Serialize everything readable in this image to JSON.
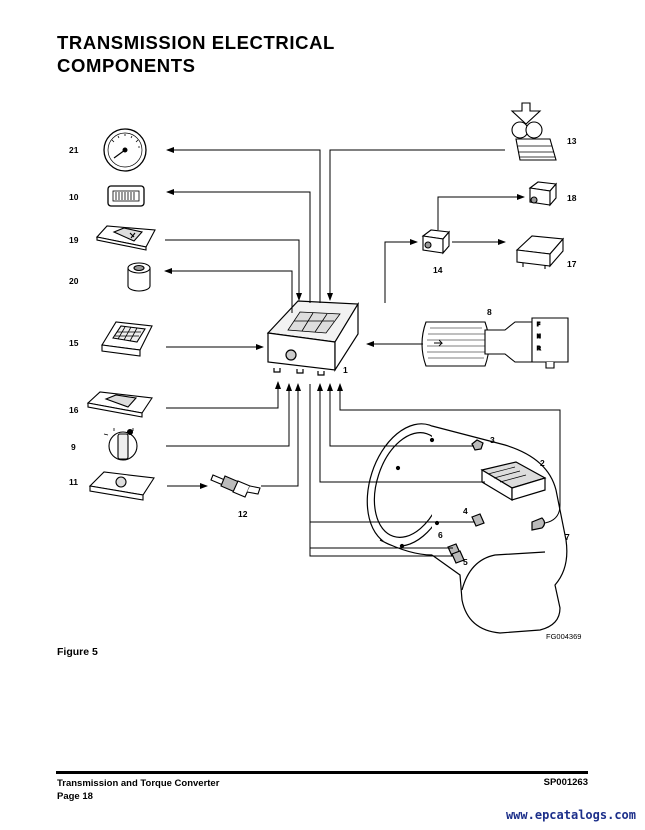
{
  "title": {
    "line1": "TRANSMISSION ELECTRICAL",
    "line2": "COMPONENTS"
  },
  "figure": {
    "caption": "Figure 5",
    "code": "FG004369"
  },
  "callouts": {
    "c1": "1",
    "c2": "2",
    "c3": "3",
    "c4": "4",
    "c5": "5",
    "c6": "6",
    "c7": "7",
    "c8": "8",
    "c9": "9",
    "c10": "10",
    "c11": "11",
    "c12": "12",
    "c13": "13",
    "c14": "14",
    "c15": "15",
    "c16": "16",
    "c17": "17",
    "c18": "18",
    "c19": "19",
    "c20": "20",
    "c21": "21"
  },
  "footer": {
    "section": "Transmission and Torque Converter",
    "page": "Page 18",
    "doc_number": "SP001263"
  },
  "watermark": "www.epcatalogs.com"
}
